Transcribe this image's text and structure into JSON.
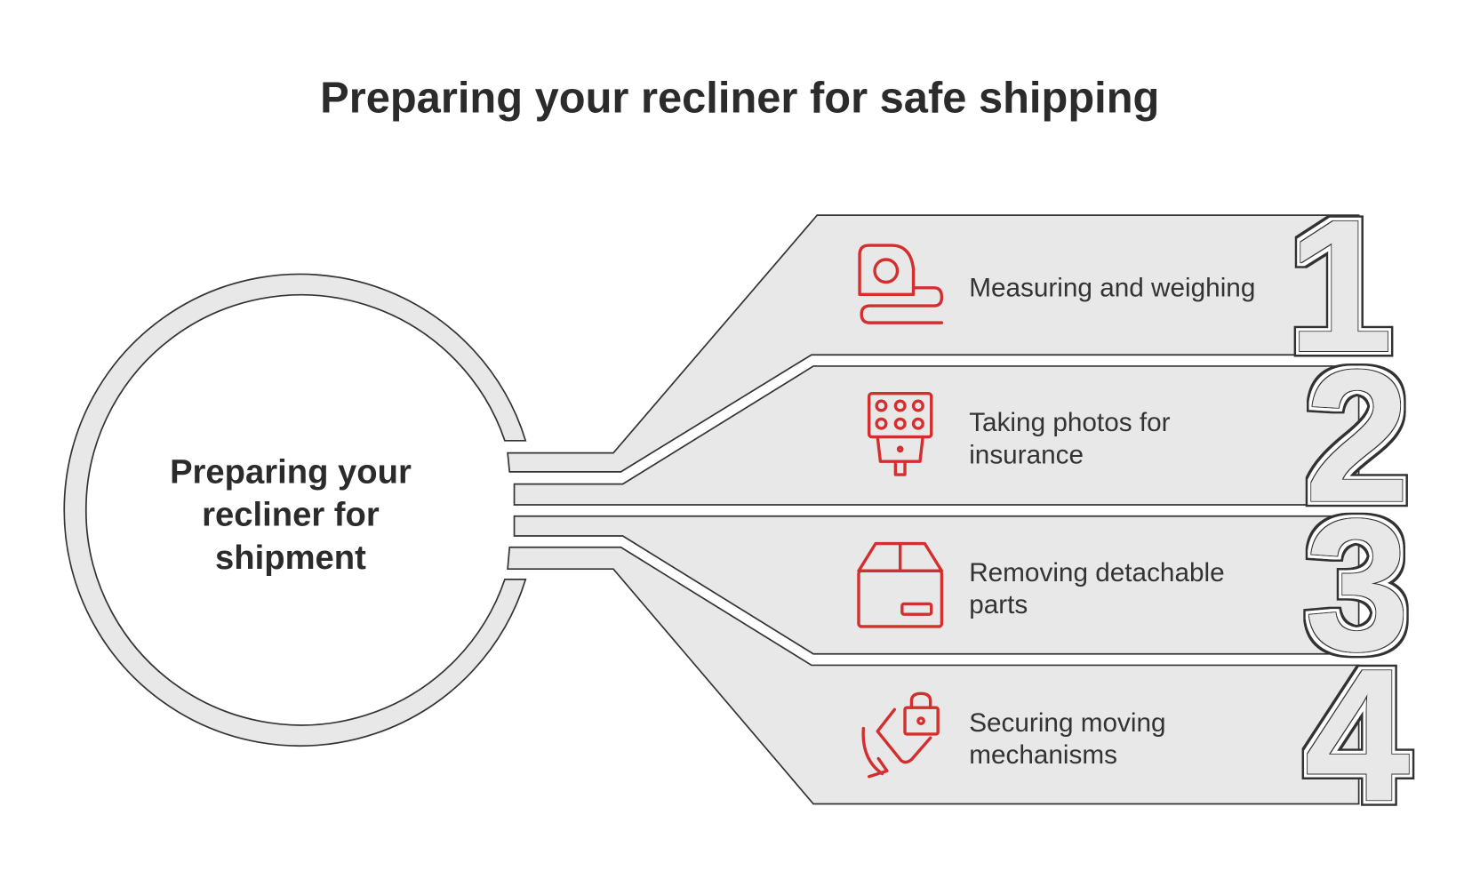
{
  "title": "Preparing your recliner for safe shipping",
  "center": {
    "lines": [
      "Preparing your",
      "recliner for",
      "shipment"
    ]
  },
  "steps": [
    {
      "number": "1",
      "icon": "tape-measure-icon",
      "lines": [
        "Measuring and weighing"
      ]
    },
    {
      "number": "2",
      "icon": "camera-icon",
      "lines": [
        "Taking photos for",
        "insurance"
      ]
    },
    {
      "number": "3",
      "icon": "box-icon",
      "lines": [
        "Removing detachable",
        "parts"
      ]
    },
    {
      "number": "4",
      "icon": "lock-rotate-icon",
      "lines": [
        "Securing moving",
        "mechanisms"
      ]
    }
  ],
  "colors": {
    "accent": "#d32f2f",
    "band": "#e8e8e8",
    "outline": "#333333"
  }
}
